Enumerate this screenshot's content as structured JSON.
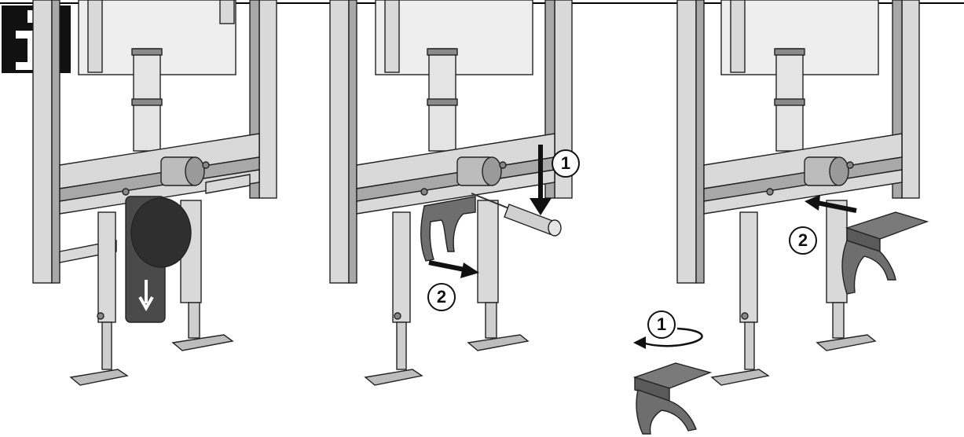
{
  "header": {
    "info_icon": "info-icon"
  },
  "panels": [
    {
      "name": "panel-1",
      "steps": []
    },
    {
      "name": "panel-2",
      "steps": [
        {
          "label": "1"
        },
        {
          "label": "2"
        }
      ]
    },
    {
      "name": "panel-3",
      "steps": [
        {
          "label": "1"
        },
        {
          "label": "2"
        }
      ]
    }
  ],
  "colors": {
    "frame_fill": "#d9d9d9",
    "frame_shade": "#a8a8a8",
    "dark_part": "#4a4a4a",
    "bracket": "#6e6e6e",
    "outline": "#222222",
    "arrow": "#111111"
  }
}
